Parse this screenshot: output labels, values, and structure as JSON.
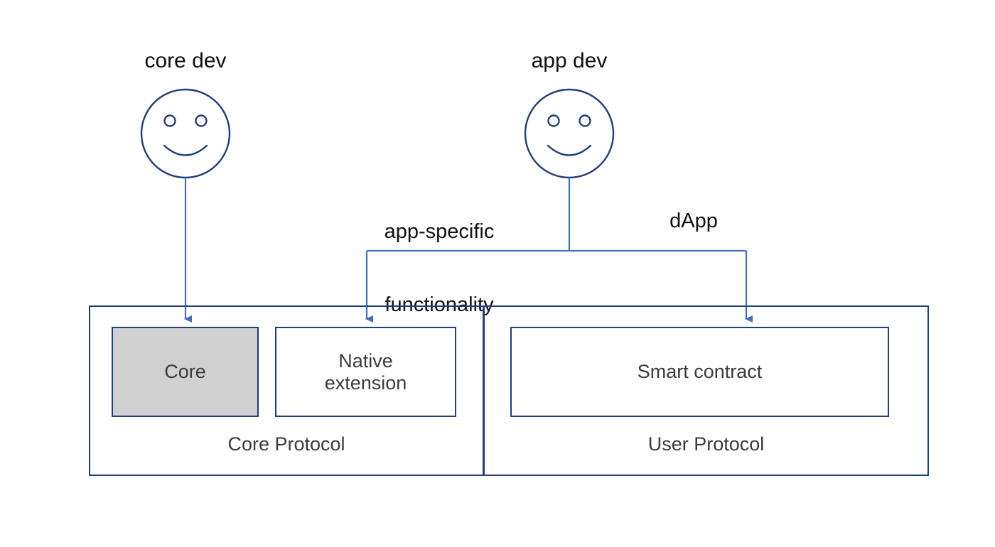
{
  "diagram": {
    "title": "Core Protocol and User Protocol architecture",
    "background_color": "#ffffff",
    "stroke_color": "#1f3f7a",
    "arrow_color": "#3f6fc4",
    "fill_gray": "#d0d0d0",
    "text_color": "#111111",
    "box_text_color": "#3b3b3b"
  },
  "actors": [
    {
      "id": "core-dev",
      "label": "core dev",
      "icon": "smiley-face-icon"
    },
    {
      "id": "app-dev",
      "label": "app dev",
      "icon": "smiley-face-icon"
    }
  ],
  "edge_labels": [
    {
      "id": "app-specific-functionality",
      "line1": "app-specific",
      "line2": "functionality"
    },
    {
      "id": "dapp",
      "line1": "dApp"
    }
  ],
  "containers": [
    {
      "id": "core-protocol",
      "label": "Core Protocol",
      "nodes": [
        {
          "id": "core",
          "label": "Core",
          "filled": true
        },
        {
          "id": "native-extension",
          "line1": "Native",
          "line2": "extension",
          "filled": false
        }
      ]
    },
    {
      "id": "user-protocol",
      "label": "User Protocol",
      "nodes": [
        {
          "id": "smart-contract",
          "label": "Smart contract",
          "filled": false
        }
      ]
    }
  ]
}
